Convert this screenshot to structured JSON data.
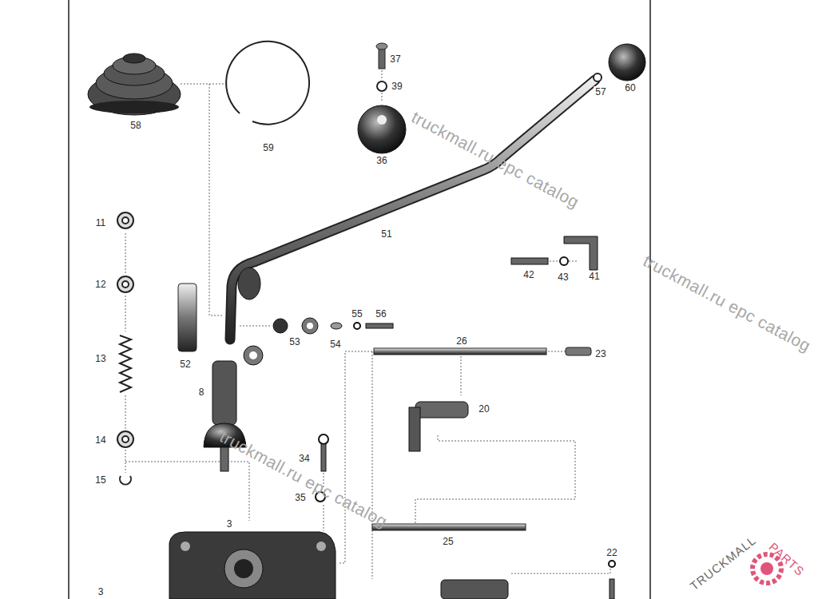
{
  "diagram": {
    "labels": [
      "37",
      "39",
      "58",
      "59",
      "57",
      "60",
      "36",
      "51",
      "11",
      "42",
      "43",
      "41",
      "12",
      "55",
      "56",
      "53",
      "54",
      "26",
      "52",
      "23",
      "13",
      "8",
      "20",
      "14",
      "34",
      "15",
      "35",
      "3",
      "25",
      "22",
      "3",
      "truckmall.ru epc catalog",
      "truckmall.ru epc catalog",
      "truckmall.ru epc catalog",
      "TRUCKMALL",
      "PARTS"
    ]
  }
}
